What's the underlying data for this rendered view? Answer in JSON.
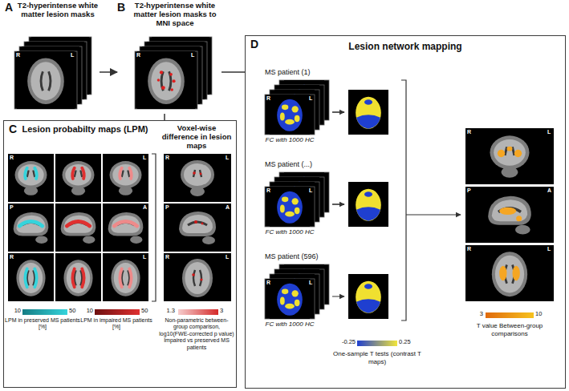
{
  "diagram": {
    "nodes": [
      {
        "text": [
          "A",
          "T2-hyperintense white matter lesion masks"
        ]
      },
      {
        "text": [
          "B",
          "T2-hyperintense white matter lesion masks to MNI space"
        ]
      },
      {
        "text": [
          "C"
        ]
      },
      {
        "text": [
          "Lesion probabilty maps (LPM)"
        ],
        "in": 2
      },
      {
        "text": [
          "Voxel-wise difference in lesion maps"
        ],
        "in": 2
      },
      {
        "text": [
          "D",
          "Lesion network mapping"
        ]
      }
    ],
    "edges": [
      {
        "from": 0,
        "to": 1,
        "arrow": "to"
      },
      {
        "from": 1,
        "to": 5,
        "arrow": "none"
      },
      {
        "from": 1,
        "to": 2,
        "arrow": "none"
      }
    ],
    "labels": [
      "R",
      "L",
      "R",
      "L",
      "R",
      "L",
      "P",
      "A",
      "R",
      "L",
      "10",
      "50",
      "10",
      "50",
      "R",
      "L",
      "P",
      "A",
      "R",
      "L",
      "1.3",
      "3",
      "MS patient (1)",
      "R",
      "L",
      "FC with 1000 HC",
      "MS patient (...)",
      "R",
      "L",
      "FC with 1000 HC",
      "MS patient (596)",
      "R",
      "L",
      "FC with 1000 HC",
      "-0.25",
      "0.25",
      "R",
      "L",
      "P",
      "A",
      "R",
      "L",
      "3",
      "10"
    ],
    "legend": [
      {
        "text": "LPM in preserved MS patients [%]",
        "color": "#35d4dc"
      },
      {
        "text": "LPM in impaired MS patients [%]",
        "color": "#e03030"
      },
      {
        "text": "Non-parametric between-group comparison, log10(FWE-corrected p value) Impaired vs preserved MS patients",
        "color": "#d42a2a"
      },
      {
        "text": "One-sample T tests (contrast T maps)",
        "color": "#f2e63a"
      },
      {
        "text": "T value Between-group comparisons",
        "color": "#f7c21e"
      }
    ]
  }
}
